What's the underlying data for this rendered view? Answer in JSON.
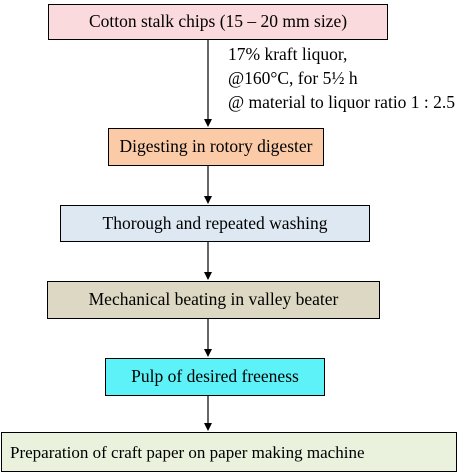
{
  "flowchart": {
    "steps": [
      {
        "label": "Cotton stalk chips (15 – 20 mm size)",
        "fill": "#fadadd"
      },
      {
        "label": "Digesting in rotory digester",
        "fill": "#fbcba7"
      },
      {
        "label": "Thorough and repeated washing",
        "fill": "#dde8f3"
      },
      {
        "label": "Mechanical beating in valley beater",
        "fill": "#ddd8c3"
      },
      {
        "label": "Pulp of desired freeness",
        "fill": "#5cf2f7"
      },
      {
        "label": "Preparation of craft paper on  paper making machine",
        "fill": "#eaf1dd"
      }
    ],
    "conditions": [
      "17% kraft liquor,",
      "@160°C, for 5½ h",
      "@ material to liquor ratio 1 : 2.5"
    ],
    "connector_color": "#000000"
  }
}
